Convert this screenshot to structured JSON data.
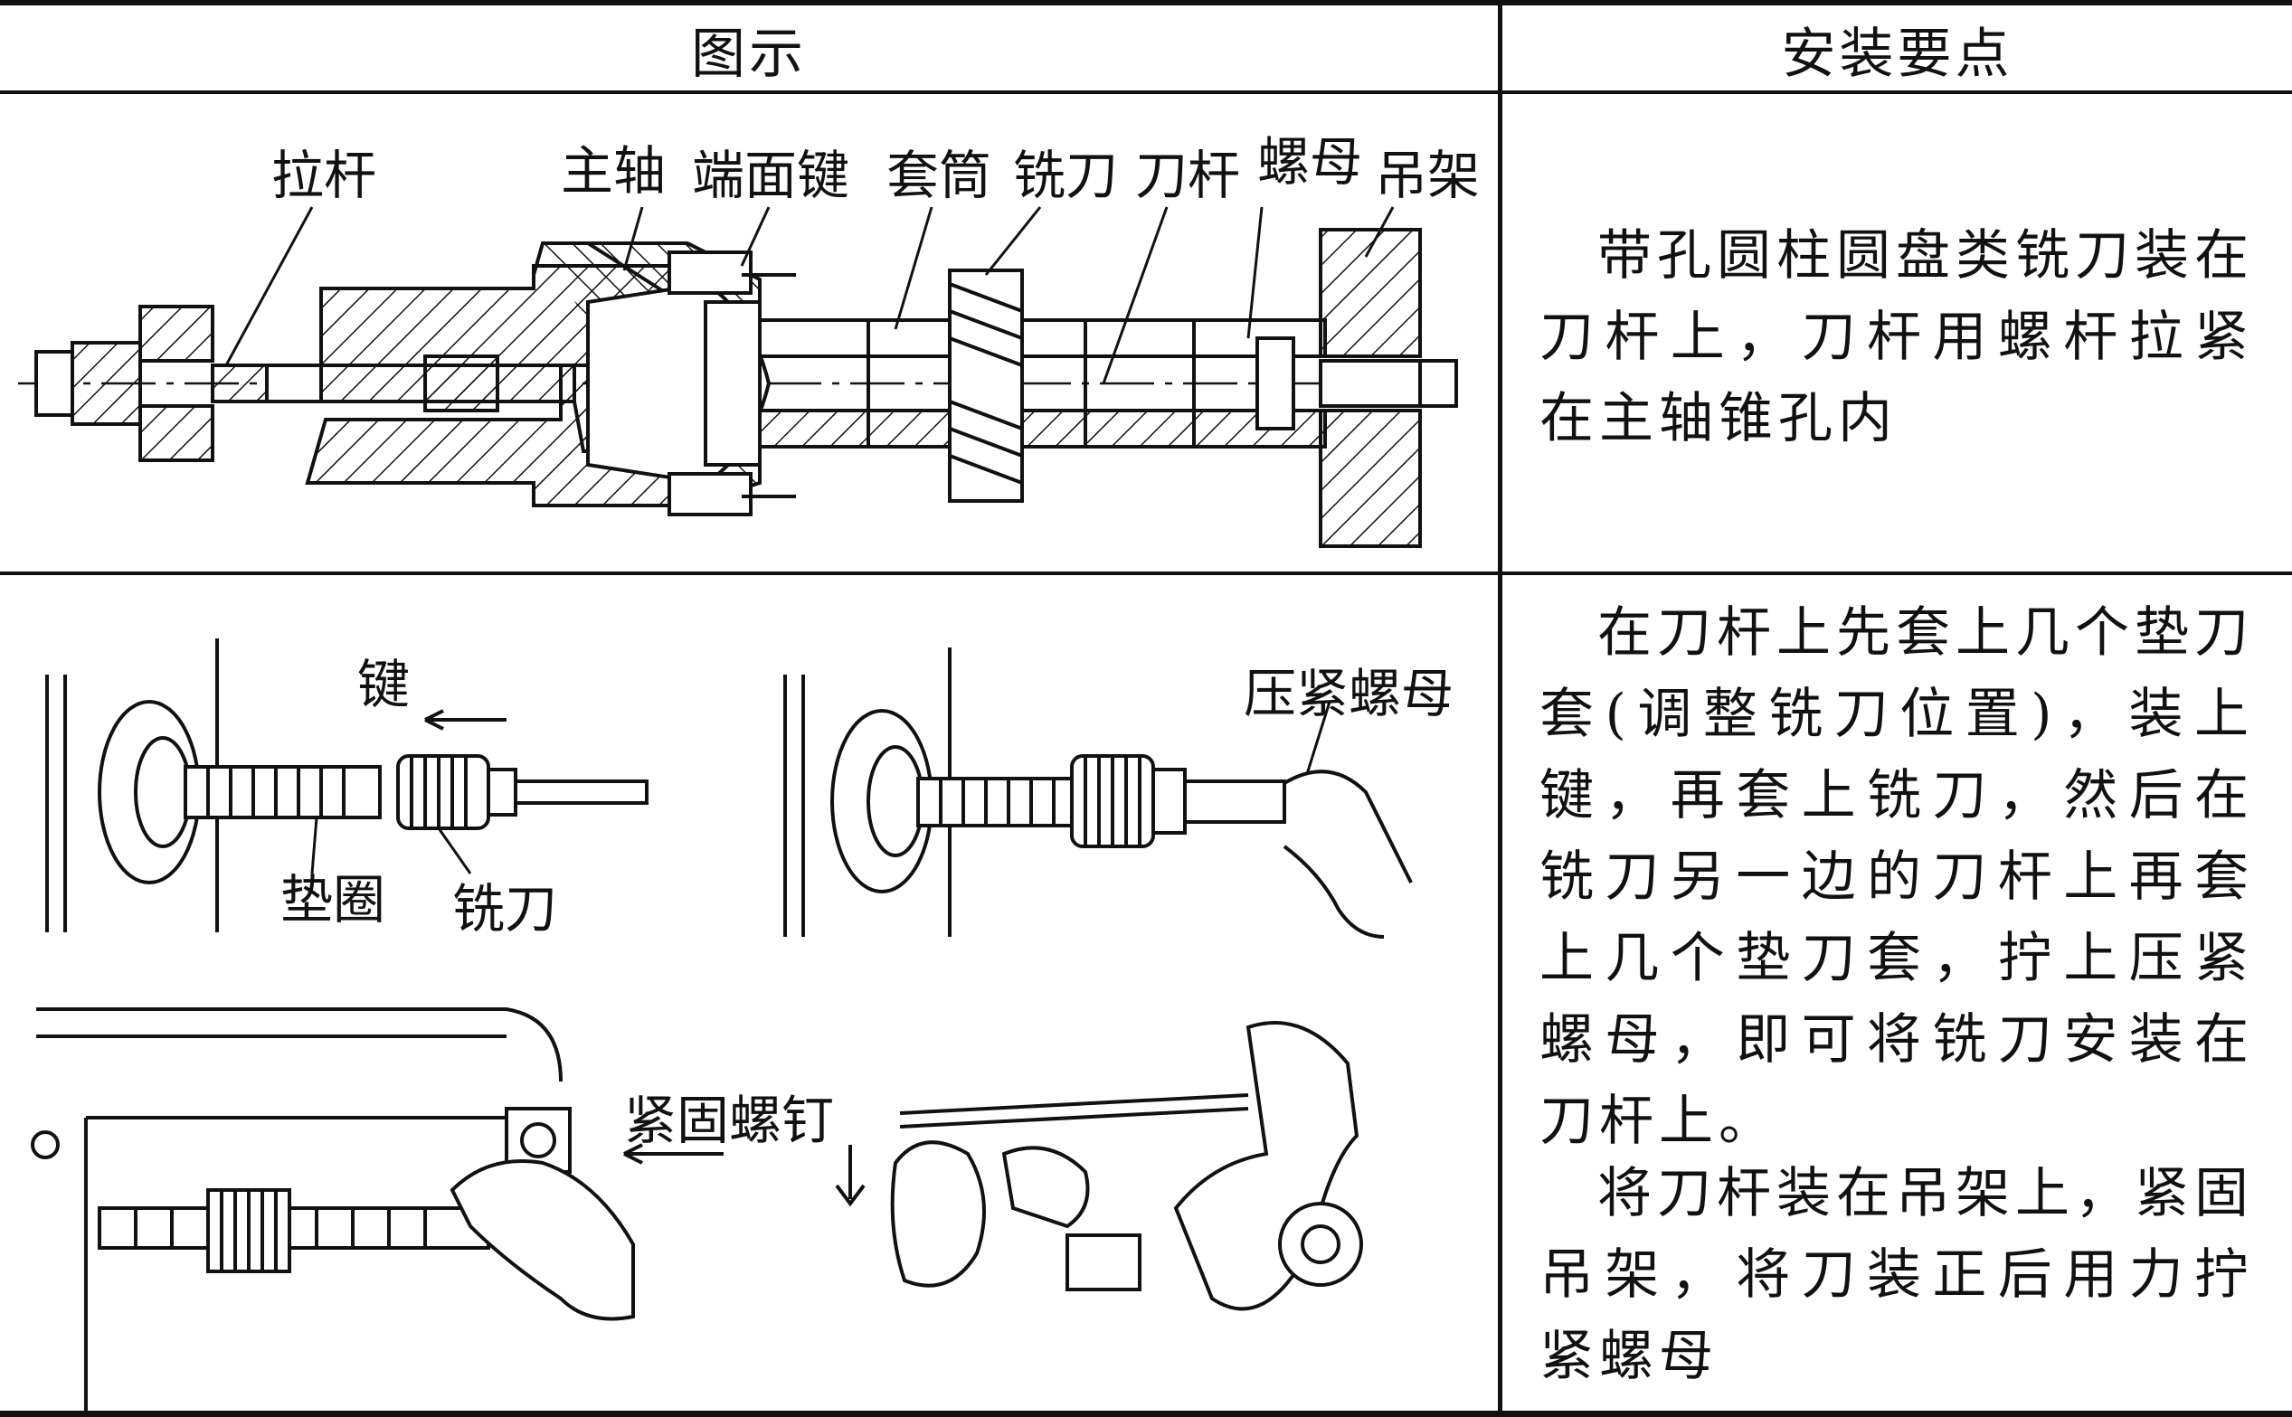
{
  "header": {
    "col1": "图示",
    "col2": "安装要点"
  },
  "row1": {
    "labels": {
      "pull_rod": "拉杆",
      "spindle": "主轴",
      "end_key": "端面键",
      "sleeve": "套筒",
      "milling_cutter": "铣刀",
      "arbor": "刀杆",
      "nut": "螺母",
      "hanger": "吊架"
    },
    "text": "带孔圆柱圆盘类铣刀装在刀杆上，刀杆用螺杆拉紧在主轴锥孔内"
  },
  "row2": {
    "labels": {
      "key": "键",
      "washer": "垫圈",
      "milling_cutter": "铣刀",
      "press_nut": "压紧螺母",
      "set_screw": "紧固螺钉"
    },
    "text1": "在刀杆上先套上几个垫刀套(调整铣刀位置)，装上键，再套上铣刀，然后在铣刀另一边的刀杆上再套上几个垫刀套，拧上压紧螺母，即可将铣刀安装在刀杆上。",
    "text2": "将刀杆装在吊架上，紧固吊架，将刀装正后用力拧紧螺母"
  }
}
